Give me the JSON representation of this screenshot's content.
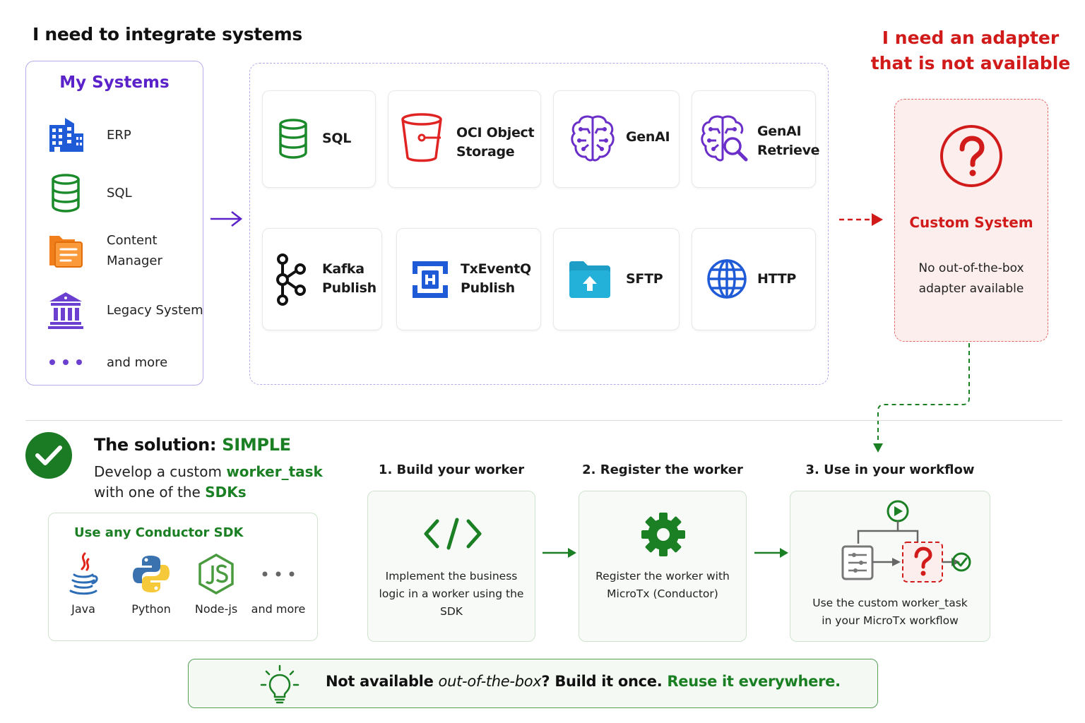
{
  "header": {
    "title": "I need to integrate systems",
    "adapter_problem": "I need an adapter that is not available"
  },
  "my_systems": {
    "title": "My Systems",
    "items": [
      {
        "label": "ERP",
        "icon": "building-icon"
      },
      {
        "label": "SQL",
        "icon": "database-icon"
      },
      {
        "label": "Content Manager",
        "icon": "document-folder-icon"
      },
      {
        "label": "Legacy System",
        "icon": "bank-icon"
      },
      {
        "label": "and more",
        "icon": "more-dots-icon"
      }
    ]
  },
  "adapters": [
    {
      "label": "SQL",
      "icon": "database-icon"
    },
    {
      "label": "OCI Object Storage",
      "icon": "bucket-icon"
    },
    {
      "label": "GenAI",
      "icon": "brain-icon"
    },
    {
      "label": "GenAI Retrieve",
      "icon": "brain-search-icon"
    },
    {
      "label": "Kafka Publish",
      "icon": "kafka-icon"
    },
    {
      "label": "TxEventQ Publish",
      "icon": "queue-icon"
    },
    {
      "label": "SFTP",
      "icon": "folder-upload-icon"
    },
    {
      "label": "HTTP",
      "icon": "globe-icon"
    }
  ],
  "custom_system": {
    "title": "Custom System",
    "description": "No out-of-the-box adapter available",
    "icon": "question-circle-icon"
  },
  "solution": {
    "title_prefix": "The solution: ",
    "title_highlight": "SIMPLE",
    "line1_prefix": "Develop a custom ",
    "line1_highlight": "worker_task",
    "line2_prefix": "with one of the ",
    "line2_highlight": "SDKs"
  },
  "sdk": {
    "title": "Use any Conductor SDK",
    "items": [
      {
        "label": "Java",
        "icon": "java-icon"
      },
      {
        "label": "Python",
        "icon": "python-icon"
      },
      {
        "label": "Node-js",
        "icon": "nodejs-icon"
      },
      {
        "label": "and more",
        "icon": "more-dots-icon"
      }
    ]
  },
  "steps": [
    {
      "heading": "1. Build your worker",
      "description": "Implement the business logic in a worker using the SDK",
      "icon": "code-icon"
    },
    {
      "heading": "2. Register the worker",
      "description": "Register the worker with MicroTx (Conductor)",
      "icon": "gear-icon"
    },
    {
      "heading": "3. Use in your workflow",
      "description": "Use the custom worker_task in your MicroTx workflow",
      "icon": "workflow-icon"
    }
  ],
  "tip": {
    "prefix": "Not available ",
    "italic": "out-of-the-box",
    "middle": "? Build it once. ",
    "highlight": "Reuse it everywhere.",
    "icon": "lightbulb-icon"
  },
  "colors": {
    "purple": "#5a22c8",
    "red": "#d11a1a",
    "green": "#1b7f24",
    "blue": "#1f5bd6"
  }
}
